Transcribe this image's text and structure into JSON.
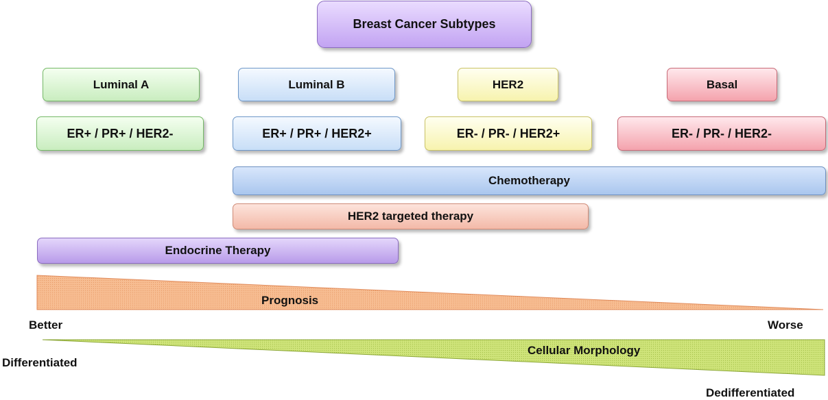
{
  "title": "Breast Cancer Subtypes",
  "subtypes": [
    "Luminal A",
    "Luminal B",
    "HER2",
    "Basal"
  ],
  "receptors": [
    "ER+ / PR+ / HER2-",
    "ER+ / PR+ / HER2+",
    "ER- / PR- / HER2+",
    "ER- / PR- / HER2-"
  ],
  "therapies": {
    "chemo": "Chemotherapy",
    "her2_targeted": "HER2 targeted therapy",
    "endocrine": "Endocrine Therapy"
  },
  "prognosis": {
    "label": "Prognosis",
    "left": "Better",
    "right": "Worse",
    "color": "#f7c198"
  },
  "morphology": {
    "label": "Cellular Morphology",
    "left": "Differentiated",
    "right": "Dedifferentiated",
    "color": "#c6df6e"
  }
}
